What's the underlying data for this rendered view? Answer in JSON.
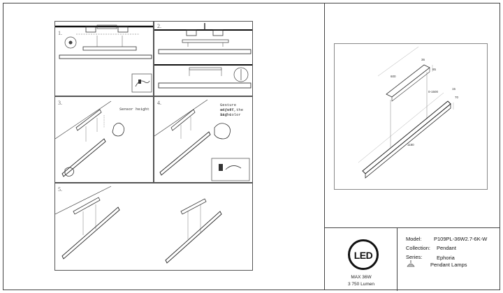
{
  "panels": [
    {
      "id": "1",
      "label": "1."
    },
    {
      "id": "2",
      "label": "2."
    },
    {
      "id": "3",
      "label": "3.",
      "note": "Sensor height"
    },
    {
      "id": "4",
      "label": "4.",
      "note_lines": [
        "Gesture on/off,",
        "adjust the light",
        "and color"
      ]
    },
    {
      "id": "5",
      "label": "5."
    }
  ],
  "drawing": {
    "dims": {
      "d36": "36",
      "d600": "600",
      "d85": "85",
      "d1500": "0-1500",
      "d15": "15",
      "d70": "70",
      "d1180": "1180"
    }
  },
  "logo": {
    "mark": "LED",
    "power": "MAX 36W",
    "lumen": "3 750 Lumen"
  },
  "specs": {
    "model_label": "Model:",
    "model_value": "P109PL-36W2.7-6K-W",
    "collection_label": "Collection:",
    "collection_value": "Pendant",
    "series_label": "Series:",
    "series_value": "Ephoria",
    "type_value": "Pendant Lamps"
  }
}
